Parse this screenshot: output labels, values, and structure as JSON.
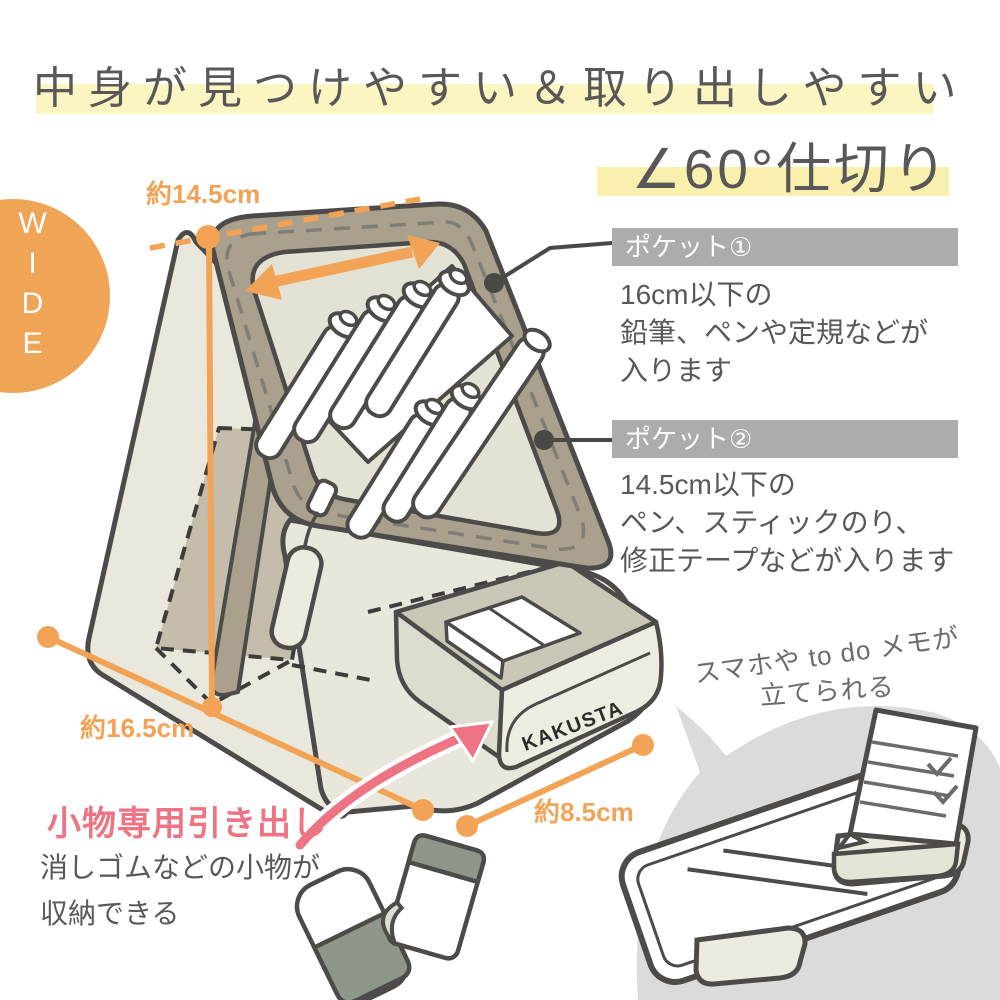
{
  "title": "中身が見つけやすい＆取り出しやすい",
  "subtitle": "∠60°仕切り",
  "wide_badge": "WIDE",
  "brand_logo": "KAKUSTA",
  "measurements": {
    "top_width": "約14.5cm",
    "bottom_left": "約16.5cm",
    "bottom_right": "約8.5cm"
  },
  "pockets": [
    {
      "label": "ポケット①",
      "lines": [
        "16cm以下の",
        "鉛筆、ペンや定規などが",
        "入ります"
      ]
    },
    {
      "label": "ポケット②",
      "lines": [
        "14.5cm以下の",
        "ペン、スティックのり、",
        "修正テープなどが入ります"
      ]
    }
  ],
  "drawer_note": {
    "title": "小物専用引き出し",
    "lines": [
      "消しゴムなどの小物が",
      "収納できる"
    ]
  },
  "stand_note": {
    "lines": [
      "スマホや to do メモが",
      "立てられる"
    ]
  },
  "colors": {
    "accent_orange": "#F2A355",
    "accent_pink": "#EE7383",
    "highlight_yellow": "#FBF5C2",
    "label_bar_gray": "#ACACAC",
    "text_gray": "#595757",
    "case_beige": "#EAE8DC",
    "case_taupe": "#A9A08D",
    "blob_gray": "#DBDBDB",
    "eraser_green": "#8F978C"
  }
}
